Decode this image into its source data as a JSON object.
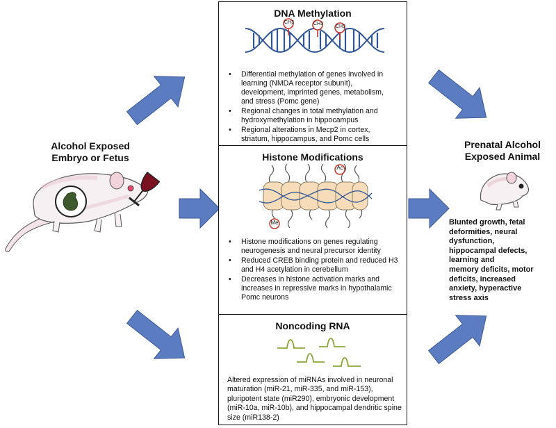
{
  "left": {
    "label_line1": "Alcohol Exposed",
    "label_line2": "Embryo or Fetus"
  },
  "right": {
    "label_line1": "Prenatal Alcohol",
    "label_line2": "Exposed Animal",
    "outcomes": [
      "Blunted growth, fetal",
      "deformities, neural",
      "dysfunction,",
      "hippocampal defects,",
      "learning and",
      "memory deficits, motor",
      "deficits, increased",
      "anxiety, hyperactive",
      "stress axis"
    ]
  },
  "dna_methylation": {
    "title": "DNA Methylation",
    "marker_label": "CH3",
    "bullets": [
      [
        "Differential methylation of genes involved in",
        "learning (NMDA receptor subunit),",
        "development, imprinted genes, metabolism,",
        "and stress (Pomc gene)"
      ],
      [
        "Regional changes in total methylation and",
        "hydroxymethylation in hippocampus"
      ],
      [
        "Regional alterations in Mecp2 in cortex,",
        "striatum, hippocampus, and Pomc cells"
      ]
    ]
  },
  "histone": {
    "title": "Histone Modifications",
    "marker_top": "Ac",
    "marker_bottom": "Me",
    "bullets": [
      [
        "Histone modifications on genes regulating",
        "neurogenesis and neural precursor identity"
      ],
      [
        "Reduced CREB binding protein and reduced H3",
        "and H4 acetylation in cerebellum"
      ],
      [
        "Decreases in histone activation marks and",
        "increases in repressive marks in hypothalamic",
        "Pomc neurons"
      ]
    ]
  },
  "noncoding": {
    "title": "Noncoding RNA",
    "lines": [
      "Altered expression of miRNAs involved in neuronal",
      "maturation (miR-21, miR-335, and miR-153),",
      "pluripotent state (miR290), embryonic development",
      "(miR-10a, miR-10b), and hippocampal dendritic spine",
      "size (miR138-2)"
    ]
  },
  "colors": {
    "arrow_fill": "#5b7cc0",
    "arrow_stroke": "#3d5a97",
    "dna_blue": "#2f5597",
    "marker_red": "#c0392b",
    "rna_green": "#8aa63a",
    "nucleosome": "#f6dcb8"
  }
}
